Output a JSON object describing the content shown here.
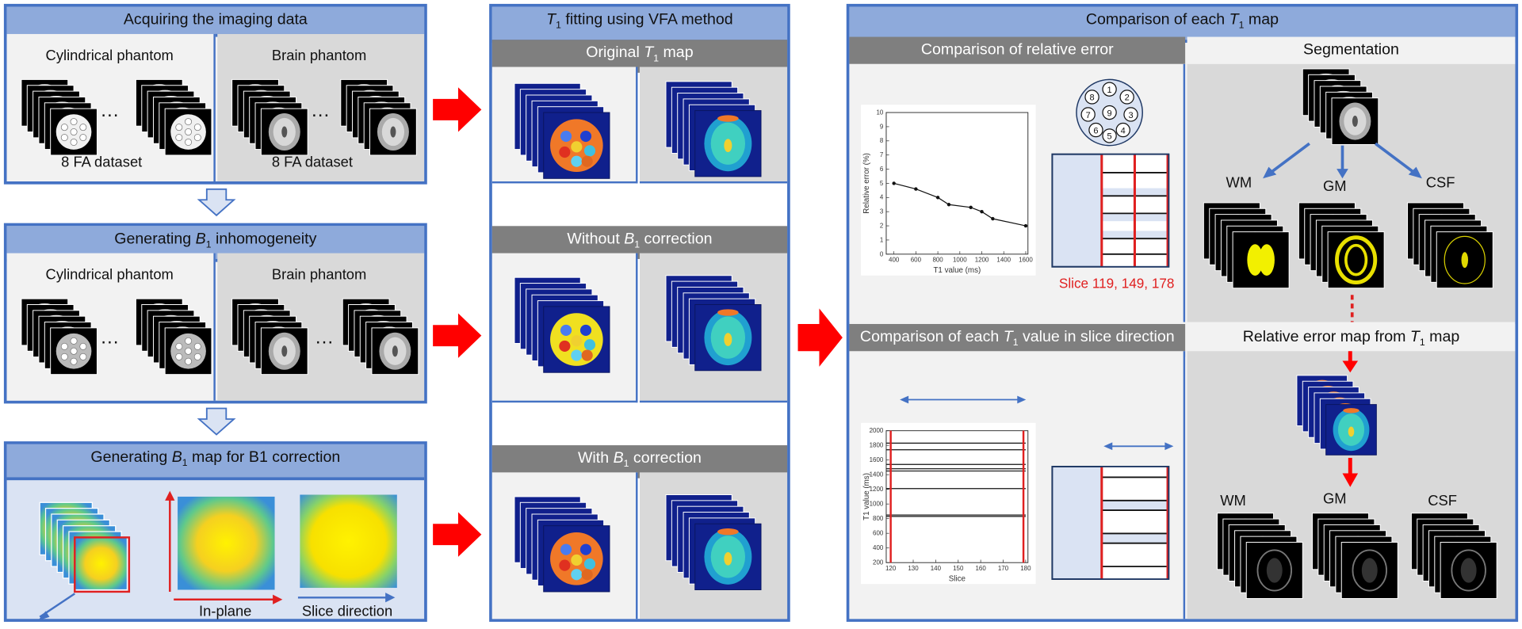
{
  "panel_acquire": {
    "title": "Acquiring the imaging data",
    "left_label": "Cylindrical phantom",
    "right_label": "Brain phantom",
    "left_caption": "8 FA dataset",
    "right_caption": "8 FA dataset",
    "ellipsis": "…"
  },
  "panel_b1_inhom": {
    "title_pre": "Generating ",
    "title_sym": "B",
    "title_sub": "1",
    "title_post": " inhomogeneity",
    "left_label": "Cylindrical phantom",
    "right_label": "Brain phantom",
    "ellipsis": "…"
  },
  "panel_b1_map": {
    "title_pre": "Generating ",
    "title_sym": "B",
    "title_sub": "1",
    "title_post": " map for B1 correction",
    "inplane_label": "In-plane",
    "slice_label": "Slice direction"
  },
  "panel_fitting": {
    "title_sym": "T",
    "title_sub": "1",
    "title_post": " fitting using VFA method",
    "sec1_pre": "Original ",
    "sec1_sym": "T",
    "sec1_sub": "1",
    "sec1_post": " map",
    "sec2_pre": "Without ",
    "sec2_sym": "B",
    "sec2_sub": "1",
    "sec2_post": " correction",
    "sec3_pre": "With ",
    "sec3_sym": "B",
    "sec3_sub": "1",
    "sec3_post": " correction"
  },
  "panel_compare": {
    "title_pre": "Comparison of each ",
    "title_sym": "T",
    "title_sub": "1",
    "title_post": " map",
    "rel_error_header": "Comparison of relative error",
    "segmentation_header": "Segmentation",
    "slice_header_pre": "Comparison of each ",
    "slice_header_sym": "T",
    "slice_header_sub": "1",
    "slice_header_post": " value in slice direction",
    "errmap_header_pre": "Relative error map from ",
    "errmap_header_sym": "T",
    "errmap_header_sub": "1",
    "errmap_header_post": " map",
    "slice_numbers": "Slice 119, 149, 178",
    "seg_wm": "WM",
    "seg_gm": "GM",
    "seg_csf": "CSF",
    "err_wm": "WM",
    "err_gm": "GM",
    "err_csf": "CSF",
    "phantom_labels": [
      "1",
      "2",
      "3",
      "4",
      "5",
      "6",
      "7",
      "8",
      "9"
    ]
  },
  "colors": {
    "border": "#4472c4",
    "header": "#8eaadb",
    "dark_header": "#7f7f7f",
    "arrow_red": "#ff0000",
    "arrow_blue": "#4472c4"
  },
  "chart_data": [
    {
      "type": "line",
      "xlabel": "T1 value (ms)",
      "ylabel": "Relative error (%)",
      "x": [
        400,
        600,
        800,
        900,
        1100,
        1200,
        1300,
        1600
      ],
      "values": [
        5.0,
        4.6,
        4.0,
        3.5,
        3.3,
        3.0,
        2.5,
        2.0
      ],
      "xticks": [
        "400",
        "600",
        "800",
        "1000",
        "1200",
        "1400",
        "1600"
      ],
      "yticks": [
        "0",
        "1",
        "2",
        "3",
        "4",
        "5",
        "6",
        "7",
        "8",
        "9",
        "10"
      ],
      "xlim": [
        330,
        1620
      ],
      "ylim": [
        0,
        10
      ],
      "grid": false
    },
    {
      "type": "line",
      "xlabel": "Slice",
      "ylabel": "T1 value (ms)",
      "x": [
        118,
        180
      ],
      "series_values": [
        1830,
        1740,
        1540,
        1480,
        1450,
        1210,
        850,
        830
      ],
      "vlines": [
        120,
        179
      ],
      "xticks": [
        "120",
        "130",
        "140",
        "150",
        "160",
        "170",
        "180"
      ],
      "yticks": [
        "200",
        "400",
        "600",
        "800",
        "1000",
        "1200",
        "1400",
        "1600",
        "1800",
        "2000"
      ],
      "xlim": [
        118,
        181
      ],
      "ylim": [
        200,
        2000
      ],
      "grid": false
    }
  ]
}
